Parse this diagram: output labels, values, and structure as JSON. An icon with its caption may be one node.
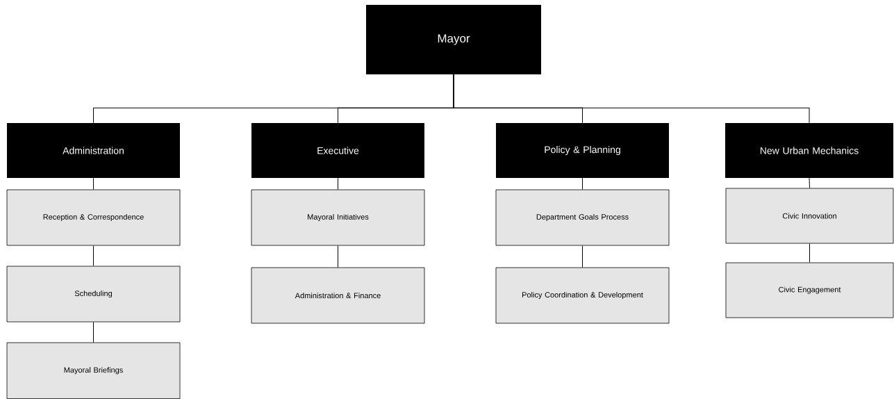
{
  "diagram": {
    "nodes": [
      {
        "text": [
          "Mayor"
        ]
      },
      {
        "text": [
          "Administration"
        ]
      },
      {
        "text": [
          "Executive"
        ]
      },
      {
        "text": [
          "Policy & Planning"
        ]
      },
      {
        "text": [
          "New Urban Mechanics"
        ]
      },
      {
        "text": [
          "Reception & Correspondence"
        ]
      },
      {
        "text": [
          "Scheduling"
        ]
      },
      {
        "text": [
          "Mayoral Briefings"
        ]
      },
      {
        "text": [
          "Mayoral Initiatives"
        ]
      },
      {
        "text": [
          "Administration & Finance"
        ]
      },
      {
        "text": [
          "Department Goals Process"
        ]
      },
      {
        "text": [
          "Policy Coordination & Development"
        ]
      },
      {
        "text": [
          "Civic Innovation"
        ]
      },
      {
        "text": [
          "Civic Engagement"
        ]
      }
    ],
    "edges": [
      {
        "from": 0,
        "to": 1,
        "arrow": "none"
      },
      {
        "from": 0,
        "to": 2,
        "arrow": "none"
      },
      {
        "from": 0,
        "to": 3,
        "arrow": "none"
      },
      {
        "from": 0,
        "to": 4,
        "arrow": "none"
      },
      {
        "from": 1,
        "to": 5,
        "arrow": "none"
      },
      {
        "from": 5,
        "to": 6,
        "arrow": "none"
      },
      {
        "from": 6,
        "to": 7,
        "arrow": "none"
      },
      {
        "from": 2,
        "to": 8,
        "arrow": "none"
      },
      {
        "from": 8,
        "to": 9,
        "arrow": "none"
      },
      {
        "from": 3,
        "to": 10,
        "arrow": "none"
      },
      {
        "from": 10,
        "to": 11,
        "arrow": "none"
      },
      {
        "from": 4,
        "to": 12,
        "arrow": "none"
      },
      {
        "from": 12,
        "to": 13,
        "arrow": "none"
      }
    ]
  }
}
